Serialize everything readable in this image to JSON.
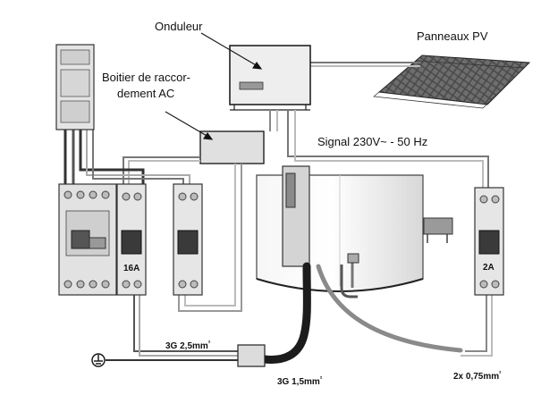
{
  "labels": {
    "onduleur": "Onduleur",
    "panneaux": "Panneaux PV",
    "boitier_line1": "Boitier de raccor-",
    "boitier_line2": "dement AC",
    "signal": "Signal 230V~ - 50 Hz",
    "breaker_16a": "16A",
    "breaker_2a": "2A",
    "cable_main": "3G 2,5mm",
    "cable_boiler": "3G 1,5mm",
    "cable_signal": "2x 0,75mm",
    "squared": "²"
  },
  "icons": {
    "ground": "ground-symbol-icon",
    "solar": "solar-panel-grid-icon",
    "inverter": "inverter-box-icon",
    "meter": "energy-meter-icon"
  },
  "colors": {
    "background": "#ffffff",
    "cable_dark": "#3a3a3a",
    "cable_light": "#bdbdbd",
    "boiler_cable": "#1c1c1c",
    "red_cable": "#8a8a8a",
    "tank_shade": "#e6e6e6"
  }
}
